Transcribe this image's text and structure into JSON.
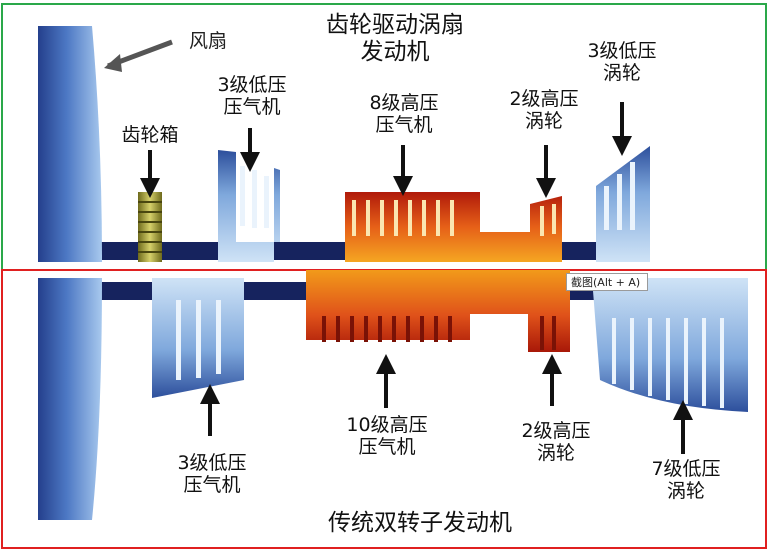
{
  "top_engine": {
    "title": "齿轮驱动涡扇\n发动机",
    "fan": "风扇",
    "gearbox": "齿轮箱",
    "lp_compressor": "3级低压\n压气机",
    "hp_compressor": "8级高压\n压气机",
    "hp_turbine": "2级高压\n涡轮",
    "lp_turbine": "3级低压\n涡轮"
  },
  "bottom_engine": {
    "title": "传统双转子发动机",
    "lp_compressor": "3级低压\n压气机",
    "hp_compressor": "10级高压\n压气机",
    "hp_turbine": "2级高压\n涡轮",
    "lp_turbine": "7级低压\n涡轮"
  },
  "tooltip": "截图(Alt + A)",
  "colors": {
    "top_frame": "#2aa84a",
    "bottom_frame": "#e02020",
    "shaft": "#16235e",
    "fan_dark": "#2b4fa0",
    "fan_light": "#9fc3ea",
    "hot_core": "#d23a10",
    "hot_core_alt": "#f08a1c",
    "gearbox": "#b8b23a"
  }
}
